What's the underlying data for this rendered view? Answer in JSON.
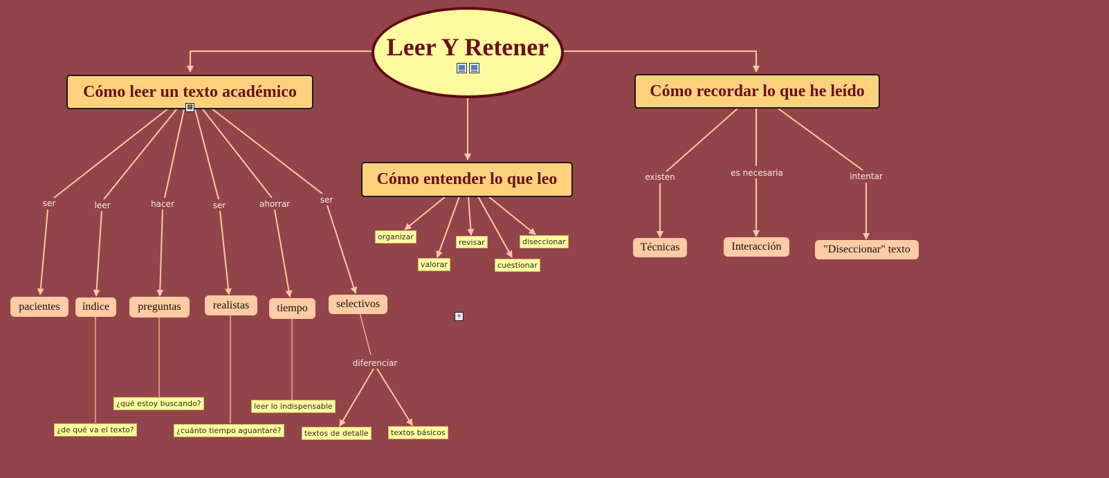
{
  "root": {
    "title": "Leer Y Retener"
  },
  "branches": {
    "leer": "Cómo leer un texto académico",
    "entender": "Cómo entender lo que leo",
    "recordar": "Cómo recordar lo que he leído"
  },
  "leer_children": [
    {
      "link": "ser",
      "concept": "pacientes"
    },
    {
      "link": "leer",
      "concept": "índice"
    },
    {
      "link": "hacer",
      "concept": "preguntas"
    },
    {
      "link": "ser",
      "concept": "realistas"
    },
    {
      "link": "ahorrar",
      "concept": "tiempo"
    },
    {
      "link": "ser",
      "concept": "selectivos"
    }
  ],
  "leer_notes": {
    "indice": "¿de qué va el texto?",
    "preguntas": "¿qué estoy buscando?",
    "realistas": "¿cuánto tiempo aguantaré?",
    "tiempo": "leer lo indispensable"
  },
  "selectivos": {
    "link": "diferenciar",
    "children": [
      "textos de detalle",
      "textos básicos"
    ]
  },
  "entender_children": [
    "organizar",
    "valorar",
    "revisar",
    "cuestionar",
    "diseccionar"
  ],
  "recordar_children": [
    {
      "link": "existen",
      "concept": "Técnicas"
    },
    {
      "link": "es necesaria",
      "concept": "Interacción"
    },
    {
      "link": "intentar",
      "concept": "\"Diseccionar\" texto"
    }
  ],
  "icons": [
    "image-icon",
    "concept-map-icon",
    "collapse-icon"
  ],
  "colors": {
    "background": "#93444a",
    "line": "#fdc9a0",
    "main_fill": "#fed27d",
    "root_fill": "#fdfb9e",
    "leaf_fill": "#fecba4",
    "note_fill": "#fefe9e"
  }
}
